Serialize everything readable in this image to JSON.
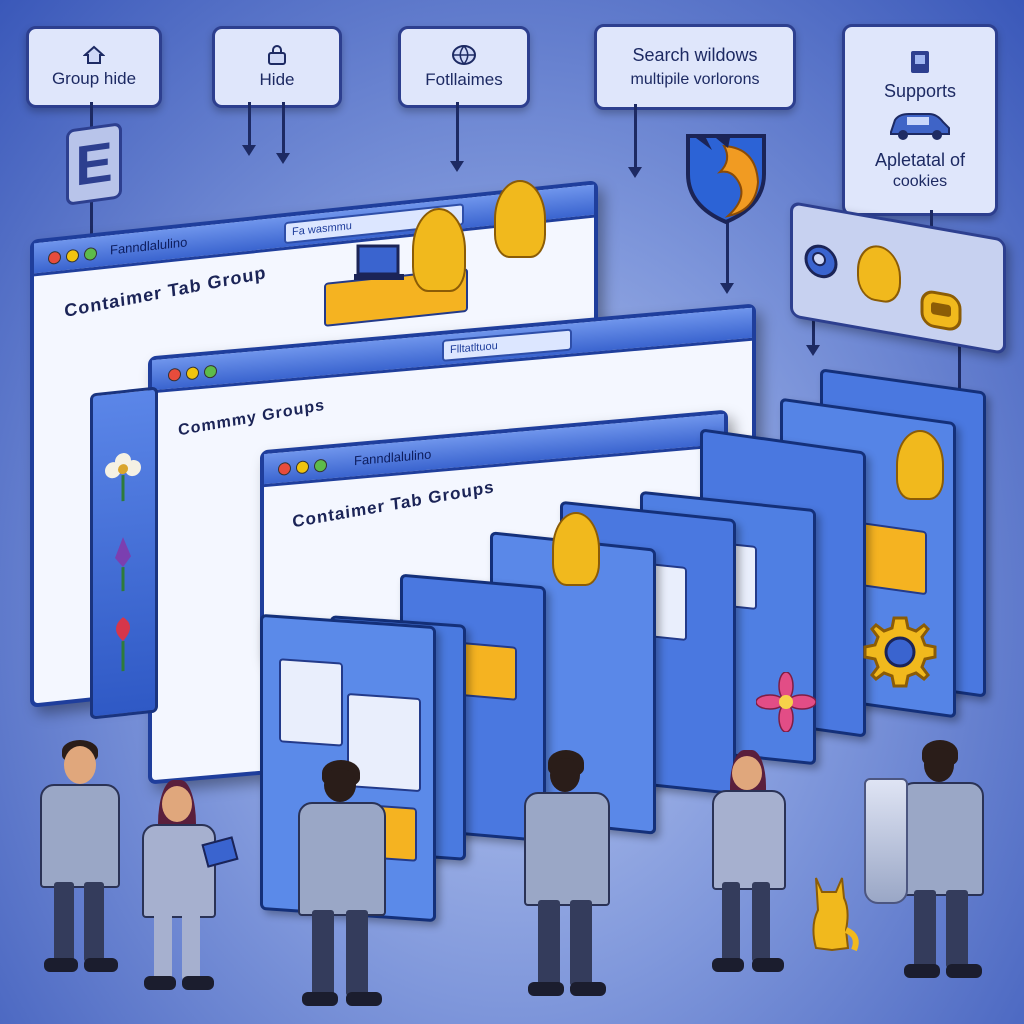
{
  "callouts": {
    "group_hide": "Group hide",
    "hide": "Hide",
    "features": "Fotllaimes",
    "search_line1": "Search wildows",
    "search_line2": "multipile vorlorons",
    "supports_line1": "Supports",
    "supports_line2": "Apletatal of",
    "supports_line3": "cookies"
  },
  "windows": {
    "back": {
      "tab": "Fanndlalulino",
      "title": "Contaimer Tab Group",
      "url": "Fa wasmmu"
    },
    "middle": {
      "title": "Commmy Groups",
      "url": "Flltatltuou"
    },
    "front": {
      "tab": "Fanndlalulino",
      "title": "Contaimer Tab Groups"
    }
  },
  "letter_sign": "E",
  "colors": {
    "accent": "#1f3e9c",
    "window_bar": "#3a64cf",
    "callout_bg": "#dfe6fb",
    "highlight": "#f5b321"
  },
  "icons": {
    "group_hide": "house-icon",
    "hide": "lock-icon",
    "features": "globe-icon",
    "supports": "id-card-icon",
    "car": "car-icon",
    "shield": "firefox-shield-icon",
    "gear": "gear-icon",
    "cat": "cat-icon"
  }
}
